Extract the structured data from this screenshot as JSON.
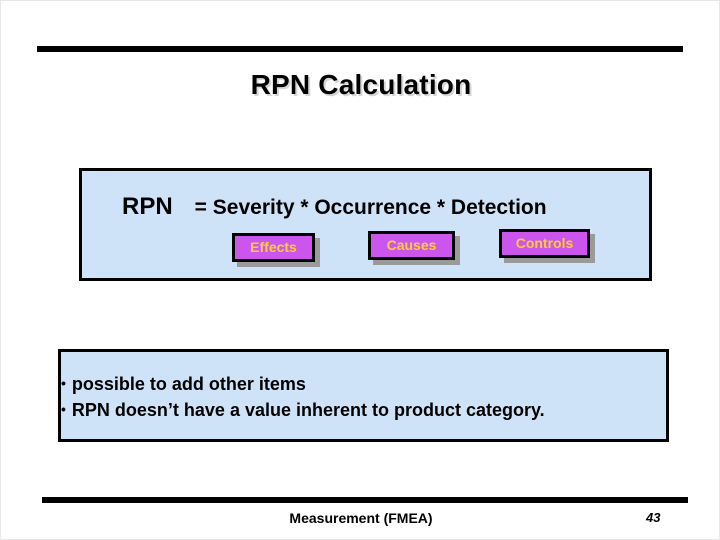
{
  "slide": {
    "title": "RPN Calculation",
    "formula": {
      "subject": "RPN",
      "expression": "= Severity * Occurrence * Detection",
      "terms": [
        {
          "label": "Effects"
        },
        {
          "label": "Causes"
        },
        {
          "label": "Controls"
        }
      ],
      "panel_fill": "#cfe3f8",
      "term_fill": "#cc55ee",
      "term_text_color": "#ffcc33"
    },
    "notes": {
      "bullet_glyph": "•",
      "items": [
        "possible to add other items",
        "RPN doesn’t have a value inherent to product category."
      ],
      "panel_fill": "#cfe3f8"
    },
    "footer": {
      "label": "Measurement (FMEA)",
      "page_number": "43"
    }
  }
}
